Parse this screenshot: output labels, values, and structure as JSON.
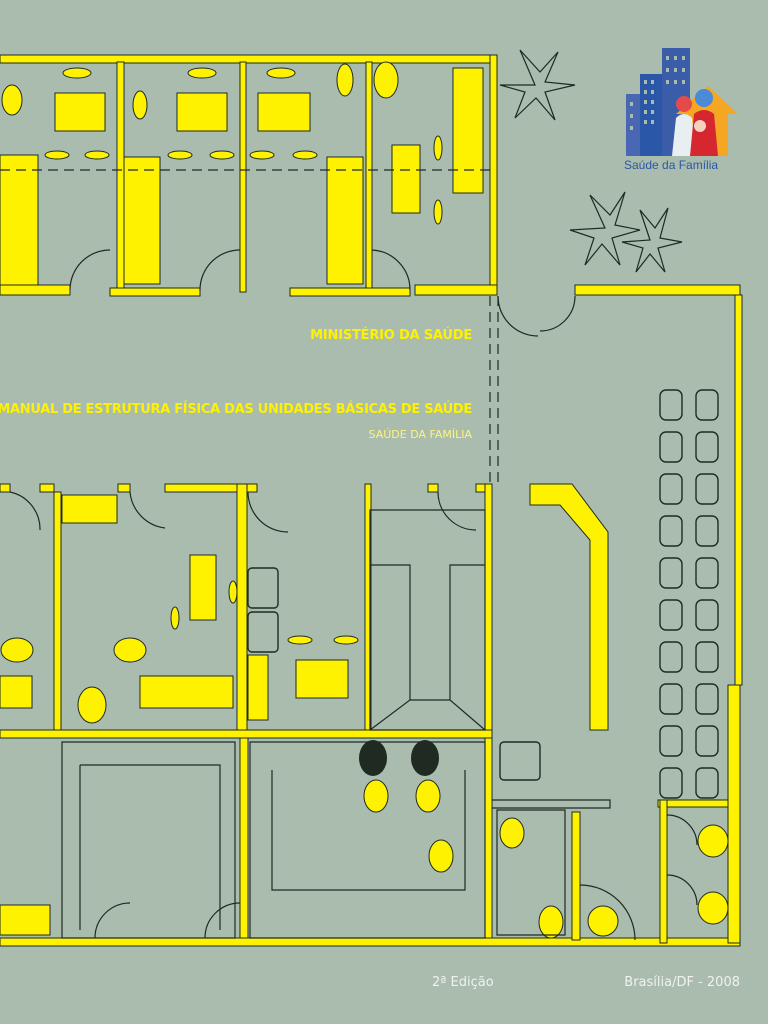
{
  "cover": {
    "ministry": "MINISTÉRIO DA SAÚDE",
    "title": "MANUAL DE ESTRUTURA FÍSICA DAS UNIDADES BÁSICAS DE SAÚDE",
    "subtitle": "SAÚDE DA FAMÍLIA",
    "edition": "2ª Edição",
    "place_year": "Brasília/DF - 2008"
  },
  "logo": {
    "text": "Saúde da Família",
    "icon": "building-house-family-icon"
  },
  "colors": {
    "background": "#a9bcae",
    "accent_yellow": "#fff200",
    "line": "#1e2a22",
    "logo_blue": "#2a57a8",
    "logo_red": "#d6262f",
    "logo_orange": "#f5a623"
  }
}
